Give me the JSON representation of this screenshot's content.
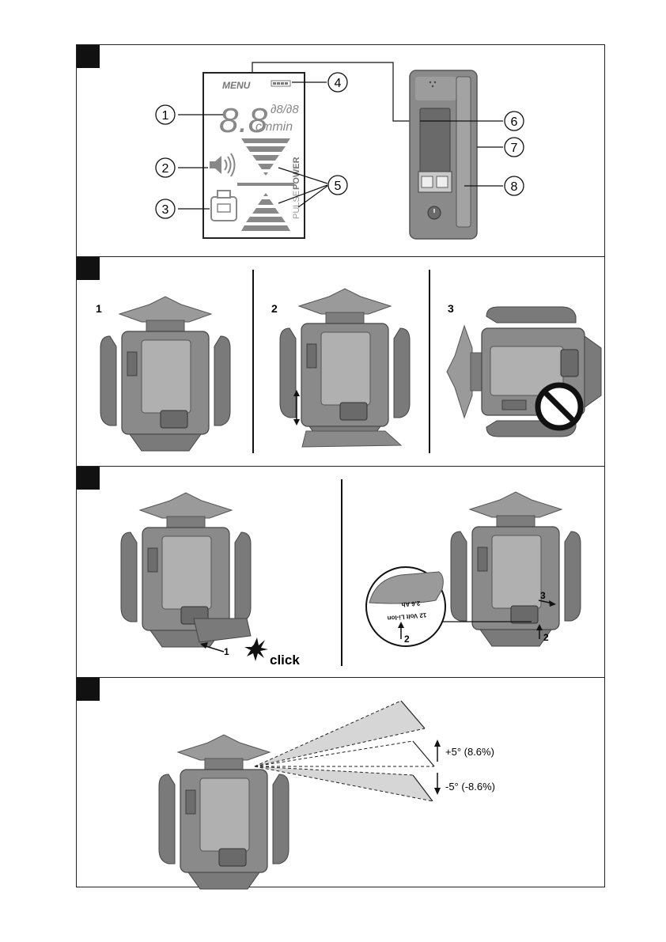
{
  "panel1": {
    "display": {
      "menu": "MENU",
      "digits": "8.8",
      "units_top": "∂8/∂8",
      "units": "cmmin",
      "pulse": "PULSE",
      "power": "POWER"
    },
    "callouts": [
      "1",
      "2",
      "3",
      "4",
      "5",
      "6",
      "7",
      "8"
    ]
  },
  "panel2": {
    "steps": [
      "1",
      "2",
      "3"
    ]
  },
  "panel3": {
    "click": "click",
    "arrow_labels": [
      "1",
      "2",
      "2",
      "3"
    ],
    "battery_label_1": "12 Volt Li-Ion",
    "battery_label_2": "2.6 Ah"
  },
  "panel4": {
    "plus": "+5° (8.6%)",
    "minus": "-5° (-8.6%)"
  },
  "colors": {
    "device": "#8a8a8a",
    "device_dark": "#5c5c5c",
    "device_light": "#b5b5b5",
    "line": "#111111"
  }
}
